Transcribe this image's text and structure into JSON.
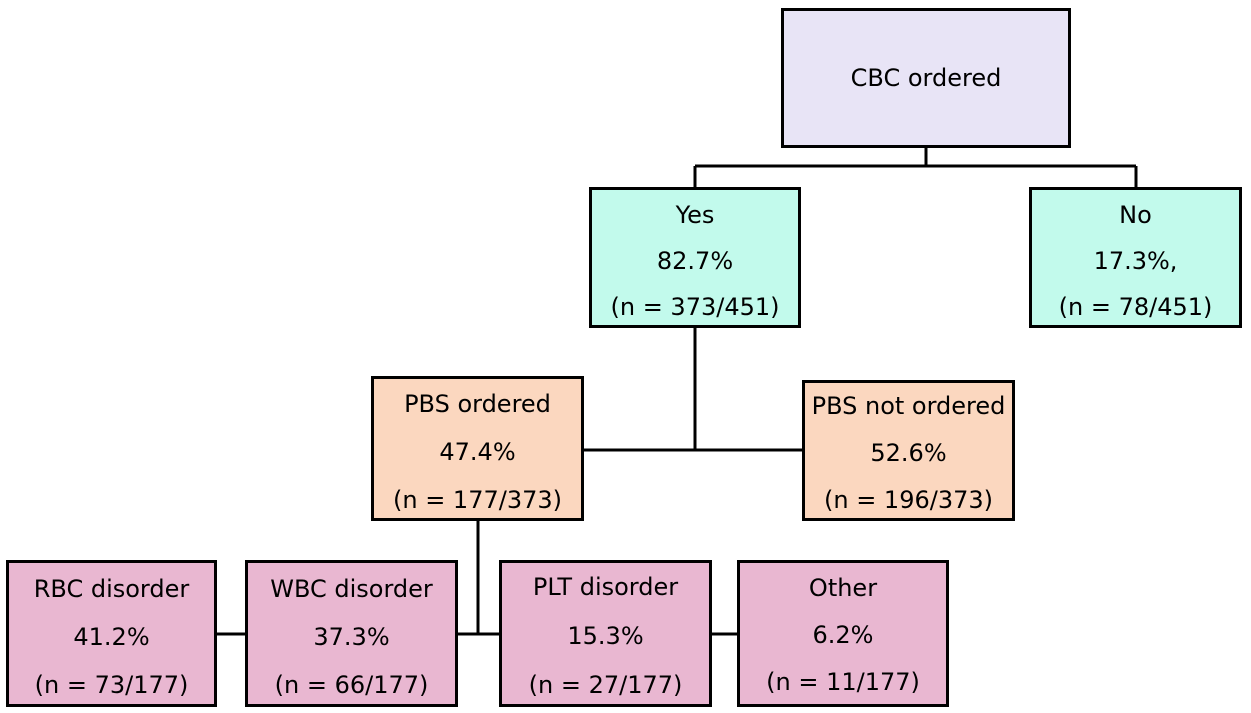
{
  "cbc": {
    "title": "CBC ordered"
  },
  "yes": {
    "label": "Yes",
    "percent": "82.7%",
    "count": "(n = 373/451)"
  },
  "no": {
    "label": "No",
    "percent": "17.3%,",
    "count": "(n = 78/451)"
  },
  "pbs_ordered": {
    "label": "PBS ordered",
    "percent": "47.4%",
    "count": "(n = 177/373)"
  },
  "pbs_not_ordered": {
    "label": "PBS not ordered",
    "percent": "52.6%",
    "count": "(n = 196/373)"
  },
  "disorders": [
    {
      "label": "RBC disorder",
      "percent": "41.2%",
      "count": "(n = 73/177)"
    },
    {
      "label": "WBC disorder",
      "percent": "37.3%",
      "count": "(n = 66/177)"
    },
    {
      "label": "PLT disorder",
      "percent": "15.3%",
      "count": "(n = 27/177)"
    },
    {
      "label": "Other",
      "percent": "6.2%",
      "count": "(n = 11/177)"
    }
  ],
  "colors": {
    "cbc_fill": "#e8e4f6",
    "cbc_answer_fill": "#c2faec",
    "pbs_fill": "#fbd7bf",
    "disorder_fill": "#e9b7d1",
    "border": "#000000"
  }
}
